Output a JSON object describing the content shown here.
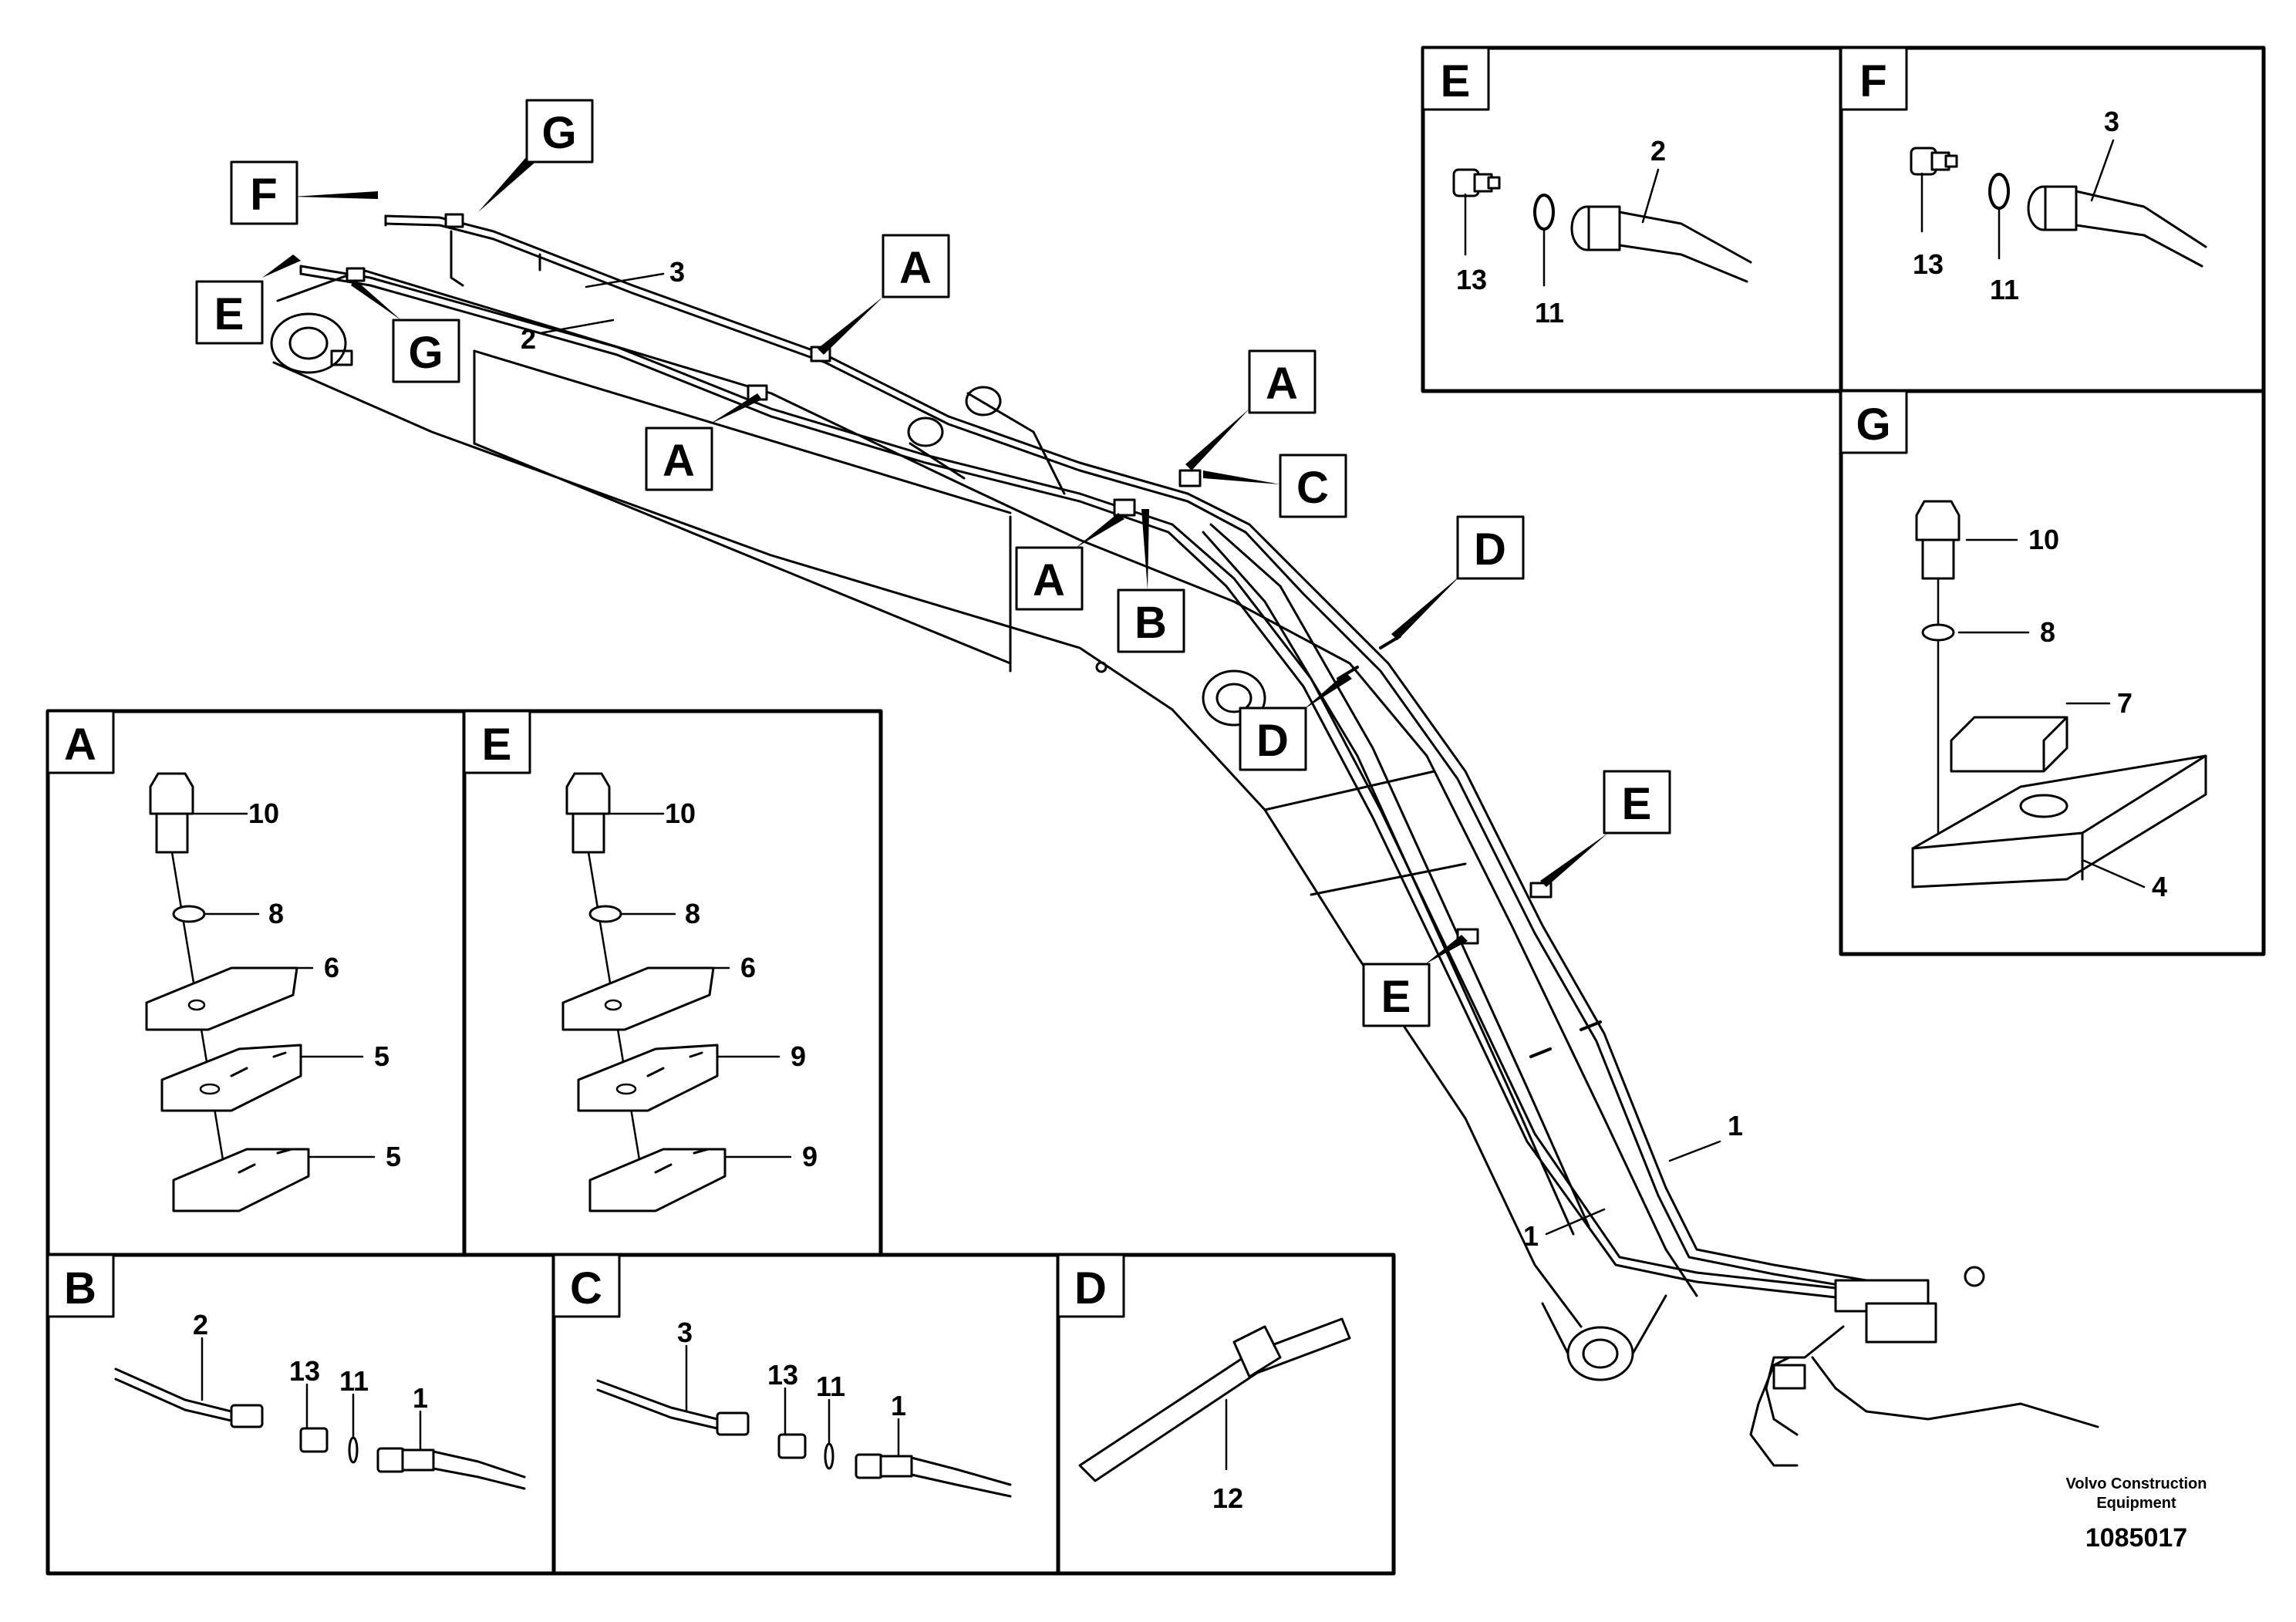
{
  "callouts_main": [
    "G",
    "F",
    "E",
    "G",
    "A",
    "A",
    "A",
    "C",
    "A",
    "B",
    "D",
    "D",
    "E",
    "E"
  ],
  "main_numbers": {
    "hose_3": "3",
    "hose_2": "2",
    "hose_1a": "1",
    "hose_1b": "1"
  },
  "panels": {
    "A": {
      "letter": "A",
      "items": [
        "10",
        "8",
        "6",
        "5",
        "5"
      ]
    },
    "E_lower": {
      "letter": "E",
      "items": [
        "10",
        "8",
        "6",
        "9",
        "9"
      ]
    },
    "E_upper": {
      "letter": "E",
      "items": [
        "2",
        "13",
        "11"
      ]
    },
    "F": {
      "letter": "F",
      "items": [
        "3",
        "13",
        "11"
      ]
    },
    "G": {
      "letter": "G",
      "items": [
        "10",
        "8",
        "7",
        "4"
      ]
    },
    "B": {
      "letter": "B",
      "items": [
        "2",
        "13",
        "11",
        "1"
      ]
    },
    "C": {
      "letter": "C",
      "items": [
        "3",
        "13",
        "11",
        "1"
      ]
    },
    "D": {
      "letter": "D",
      "items": [
        "12"
      ]
    }
  },
  "footer": {
    "company_line1": "Volvo Construction",
    "company_line2": "Equipment",
    "drawing_number": "1085017"
  }
}
